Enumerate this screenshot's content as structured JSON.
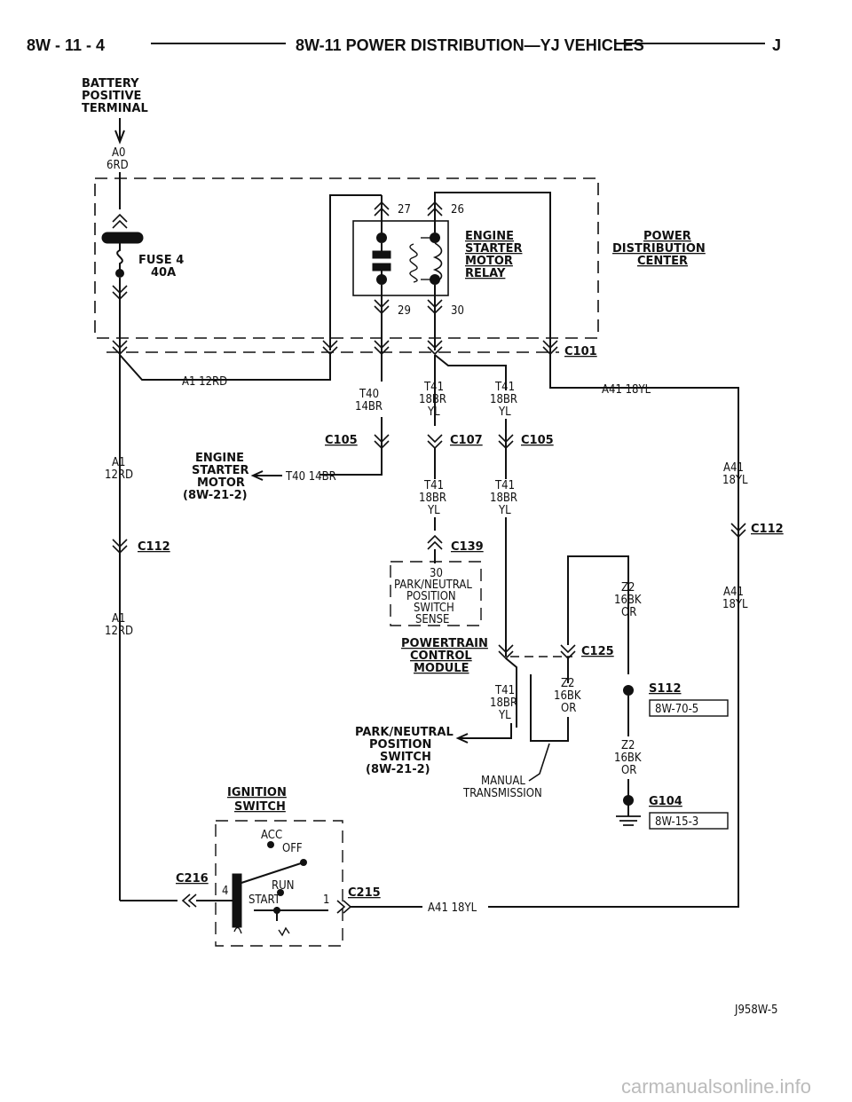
{
  "header": {
    "left": "8W - 11 - 4",
    "center": "8W-11 POWER DISTRIBUTION—YJ VEHICLES",
    "right": "J"
  },
  "battery": {
    "line1": "BATTERY",
    "line2": "POSITIVE",
    "line3": "TERMINAL",
    "circuit": "A0",
    "wire": "6RD"
  },
  "fuse": {
    "name": "FUSE 4",
    "rating": "40A"
  },
  "relay": {
    "pins": {
      "p27": "27",
      "p26": "26",
      "p29": "29",
      "p30": "30"
    },
    "line1": "ENGINE",
    "line2": "STARTER",
    "line3": "MOTOR",
    "line4": "RELAY"
  },
  "pdc": {
    "line1": "POWER",
    "line2": "DISTRIBUTION",
    "line3": "CENTER"
  },
  "connectors": {
    "c101": "C101",
    "c105a": "C105",
    "c107": "C107",
    "c105b": "C105",
    "c112a": "C112",
    "c112b": "C112",
    "c139": "C139",
    "c125": "C125",
    "s112": "S112",
    "g104": "G104",
    "c216": "C216",
    "c215": "C215"
  },
  "refs": {
    "s112_ref": "8W-70-5",
    "g104_ref": "8W-15-3"
  },
  "wires": {
    "a1_12rd": "A1 12RD",
    "a41_18yl_top": "A41 18YL",
    "t40_line1": "T40",
    "t40_line2": "14BR",
    "t41a_line1": "T41",
    "t41a_line2": "18BR",
    "t41a_line3": "YL",
    "t41b_line1": "T41",
    "t41b_line2": "18BR",
    "t41b_line3": "YL",
    "t41c_line1": "T41",
    "t41c_line2": "18BR",
    "t41c_line3": "YL",
    "t41d_line1": "T41",
    "t41d_line2": "18BR",
    "t41d_line3": "YL",
    "t41e_line1": "T41",
    "t41e_line2": "18BR",
    "t41e_line3": "YL",
    "a1_left_1": "A1",
    "a1_left_2": "12RD",
    "a1_left2_1": "A1",
    "a1_left2_2": "12RD",
    "a41_right_1": "A41",
    "a41_right_2": "18YL",
    "a41_right2_1": "A41",
    "a41_right2_2": "18YL",
    "t40_14br": "T40 14BR",
    "z2a_1": "Z2",
    "z2a_2": "16BK",
    "z2a_3": "OR",
    "z2b_1": "Z2",
    "z2b_2": "16BK",
    "z2b_3": "OR",
    "z2c_1": "Z2",
    "z2c_2": "16BK",
    "z2c_3": "OR",
    "a41_bottom": "A41 18YL"
  },
  "starter_motor": {
    "line1": "ENGINE",
    "line2": "STARTER",
    "line3": "MOTOR",
    "line4": "(8W-21-2)"
  },
  "pcm_sense": {
    "pin": "30",
    "line1": "PARK/NEUTRAL",
    "line2": "POSITION",
    "line3": "SWITCH",
    "line4": "SENSE"
  },
  "pcm": {
    "line1": "POWERTRAIN",
    "line2": "CONTROL",
    "line3": "MODULE"
  },
  "pnp_switch": {
    "line1": "PARK/NEUTRAL",
    "line2": "POSITION",
    "line3": "SWITCH",
    "line4": "(8W-21-2)"
  },
  "manual_trans": {
    "line1": "MANUAL",
    "line2": "TRANSMISSION"
  },
  "ignition": {
    "title1": "IGNITION",
    "title2": "SWITCH",
    "acc": "ACC",
    "off": "OFF",
    "run": "RUN",
    "start": "START",
    "pin4": "4",
    "pin1": "1"
  },
  "figure_id": "J958W-5",
  "watermark": "carmanualsonline.info"
}
